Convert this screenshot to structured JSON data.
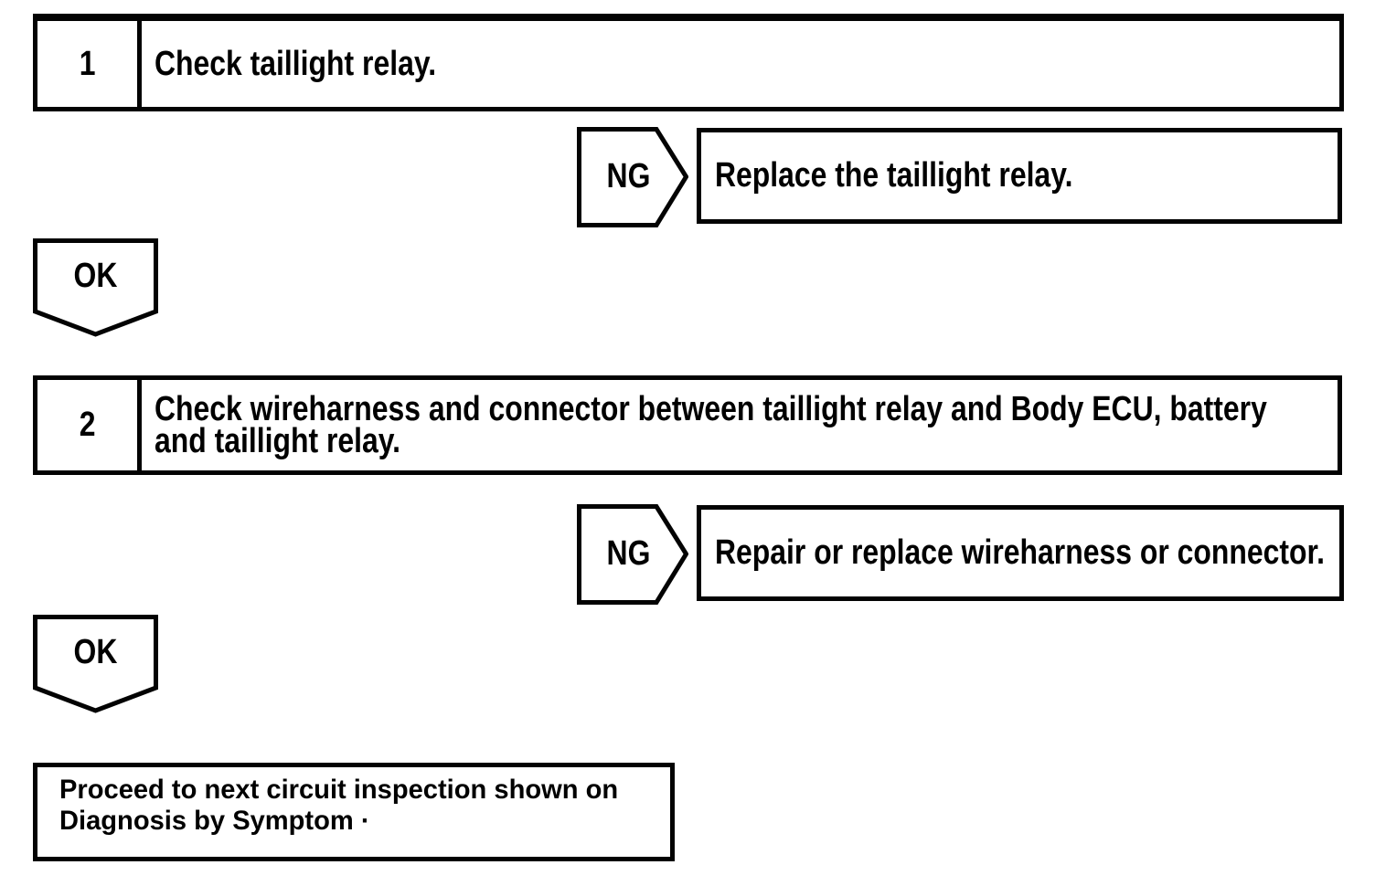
{
  "colors": {
    "ink": "#030303",
    "paper": "#ffffff"
  },
  "steps": [
    {
      "number": "1",
      "instruction_lines": [
        "Check taillight relay."
      ],
      "ng_label": "NG",
      "ng_action": "Replace the taillight relay.",
      "ok_label": "OK"
    },
    {
      "number": "2",
      "instruction_lines": [
        "Check wireharness and connector between taillight relay and Body ECU, battery",
        "and taillight relay."
      ],
      "ng_label": "NG",
      "ng_action": "Repair or replace wireharness or connector.",
      "ok_label": "OK"
    }
  ],
  "terminal": {
    "lines": [
      "Proceed to next circuit inspection shown on",
      "Diagnosis by Symptom ·"
    ]
  }
}
